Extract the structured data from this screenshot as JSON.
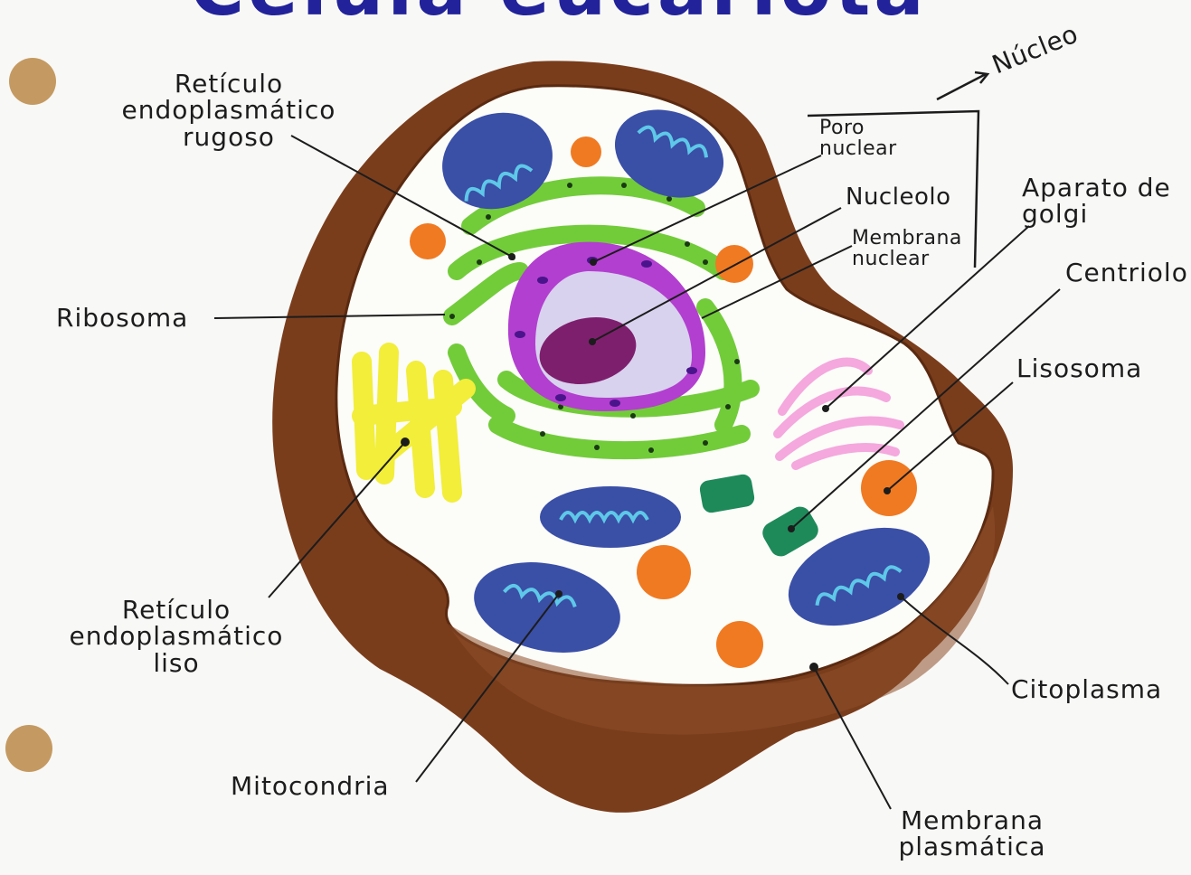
{
  "title": "Célula eucariota",
  "labels": {
    "nucleo": "Núcleo",
    "poro_nuclear": "Poro nuclear",
    "nucleolo": "Nucleolo",
    "membrana_nuclear": "Membrana nuclear",
    "aparato_golgi": "Aparato de golgi",
    "centriolo": "Centriolo",
    "lisosoma": "Lisosoma",
    "citoplasma": "Citoplasma",
    "membrana_plasmatica": "Membrana plasmática",
    "mitocondria": "Mitocondria",
    "reticulo_liso": "Retículo endoplasmático liso",
    "ribosoma": "Ribosoma",
    "reticulo_rugoso": "Retículo endoplasmático rugoso"
  },
  "colors": {
    "membrane": "#7a3d1c",
    "cytoplasm": "#fcfcf8",
    "mitochondria": "#3a4fa6",
    "mitochondria_crista": "#5ec8e8",
    "rough_er": "#72cc3a",
    "smooth_er": "#f2ee3a",
    "nucleus": "#b23fcf",
    "nucleolus": "#7e1f6e",
    "golgi": "#f4a8dd",
    "lysosome": "#f07a22",
    "centriole": "#1e8a5a",
    "title_ink": "#22229a"
  }
}
